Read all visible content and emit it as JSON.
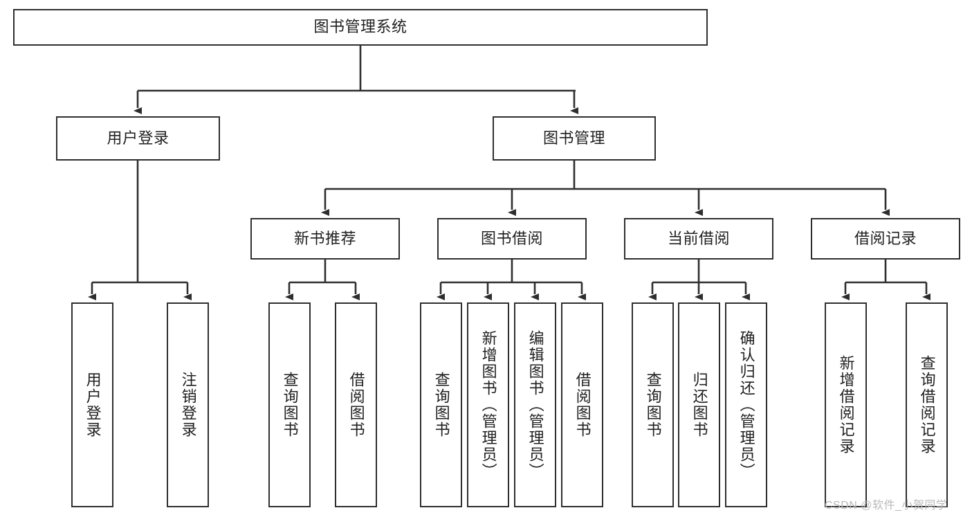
{
  "diagram": {
    "title": "图书管理系统",
    "type": "tree-hierarchy-chart",
    "root": {
      "label": "图书管理系统"
    },
    "level2": [
      {
        "label": "用户登录"
      },
      {
        "label": "图书管理"
      }
    ],
    "level3": [
      {
        "label": "新书推荐"
      },
      {
        "label": "图书借阅"
      },
      {
        "label": "当前借阅"
      },
      {
        "label": "借阅记录"
      }
    ],
    "leaves": [
      {
        "label": "用户登录"
      },
      {
        "label": "注销登录"
      },
      {
        "label": "查询图书"
      },
      {
        "label": "借阅图书"
      },
      {
        "label": "查询图书"
      },
      {
        "label": "新增图书（管理员）"
      },
      {
        "label": "编辑图书（管理员）"
      },
      {
        "label": "借阅图书"
      },
      {
        "label": "查询图书"
      },
      {
        "label": "归还图书"
      },
      {
        "label": "确认归还（管理员）"
      },
      {
        "label": "新增借阅记录"
      },
      {
        "label": "查询借阅记录"
      }
    ]
  },
  "watermark": {
    "text": "CSDN @软件_小贺同学"
  },
  "colors": {
    "box_border": "#2e2e2e",
    "box_fill": "#ffffff",
    "text": "#1f1f1f",
    "connector": "#2e2e2e",
    "watermark": "#b9b9b9",
    "background": "#ffffff"
  }
}
